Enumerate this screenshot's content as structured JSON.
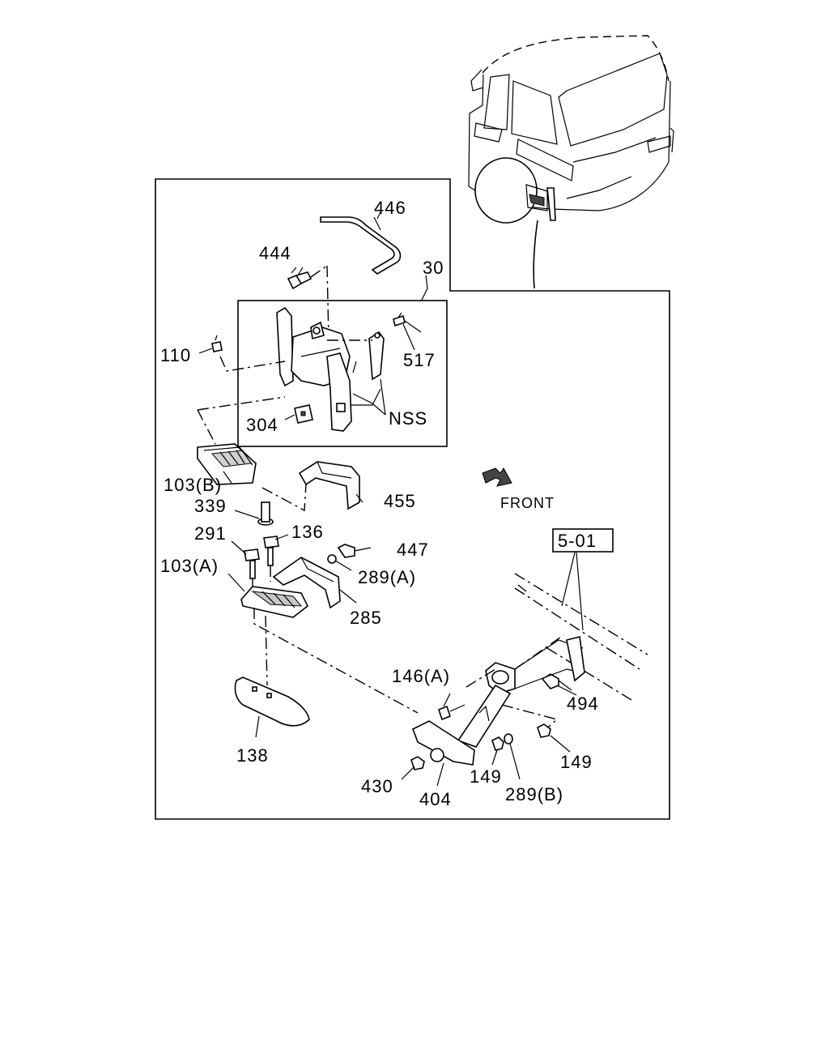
{
  "labels": {
    "p446": "446",
    "p444": "444",
    "p30": "30",
    "p110": "110",
    "p517": "517",
    "p304": "304",
    "nss": "NSS",
    "p103b": "103(B)",
    "p339": "339",
    "p455": "455",
    "front": "FRONT",
    "p291": "291",
    "p136": "136",
    "p447": "447",
    "p103a": "103(A)",
    "p289a": "289(A)",
    "p285": "285",
    "ref501": "5-01",
    "p146a": "146(A)",
    "p494": "494",
    "p138": "138",
    "p149a": "149",
    "p149b": "149",
    "p430": "430",
    "p404": "404",
    "p289b": "289(B)"
  },
  "icons": {
    "front_arrow": "front-direction-arrow-icon"
  }
}
